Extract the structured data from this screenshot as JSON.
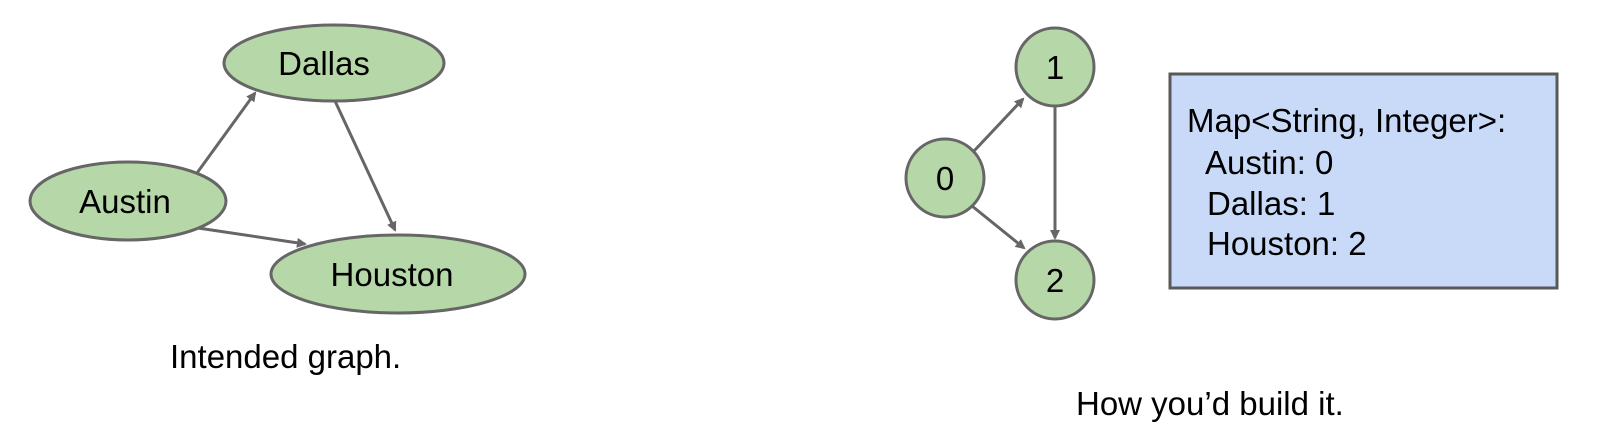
{
  "left_graph": {
    "nodes": {
      "dallas": "Dallas",
      "austin": "Austin",
      "houston": "Houston"
    },
    "edges": [
      {
        "from": "Austin",
        "to": "Dallas"
      },
      {
        "from": "Austin",
        "to": "Houston"
      },
      {
        "from": "Dallas",
        "to": "Houston"
      }
    ],
    "caption": "Intended graph."
  },
  "right_graph": {
    "nodes": {
      "n0": "0",
      "n1": "1",
      "n2": "2"
    },
    "edges": [
      {
        "from": "0",
        "to": "1"
      },
      {
        "from": "0",
        "to": "2"
      },
      {
        "from": "1",
        "to": "2"
      }
    ],
    "caption": "How you’d build it."
  },
  "map_box": {
    "header": "Map<String, Integer>:",
    "entries": [
      "Austin: 0",
      "Dallas: 1",
      "Houston: 2"
    ]
  },
  "colors": {
    "node_fill": "#b6d7a8",
    "node_stroke": "#666666",
    "edge": "#666666",
    "map_fill": "#c9daf8"
  }
}
